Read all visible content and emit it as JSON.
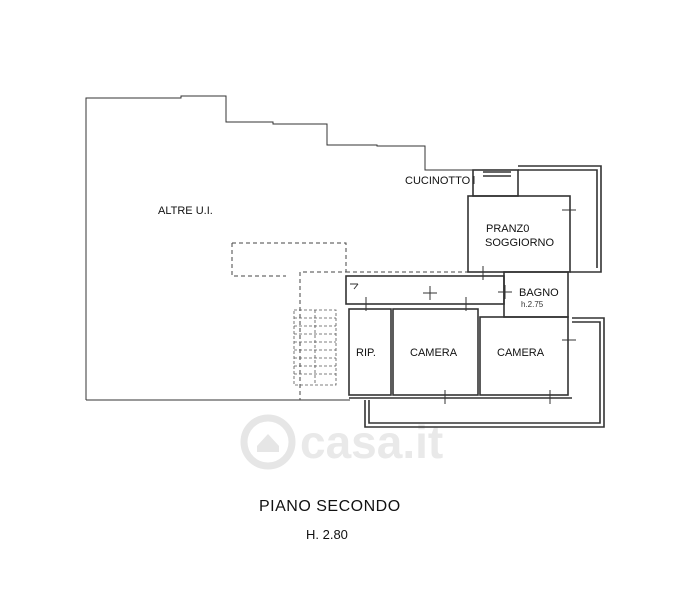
{
  "plan": {
    "rooms": {
      "altre_ui": "ALTRE U.I.",
      "cucinotto": "CUCINOTTO",
      "pranzo_line1": "PRANZ0",
      "pranzo_line2": "SOGGIORNO",
      "bagno": "BAGNO",
      "bagno_height": "h.2.75",
      "rip": "RIP.",
      "camera_1": "CAMERA",
      "camera_2": "CAMERA"
    },
    "watermark": "casa.it",
    "title": "PIANO SECONDO",
    "height": "H. 2.80"
  },
  "colors": {
    "wall": "#333333",
    "watermark": "#e9e9e9",
    "background": "#ffffff"
  }
}
